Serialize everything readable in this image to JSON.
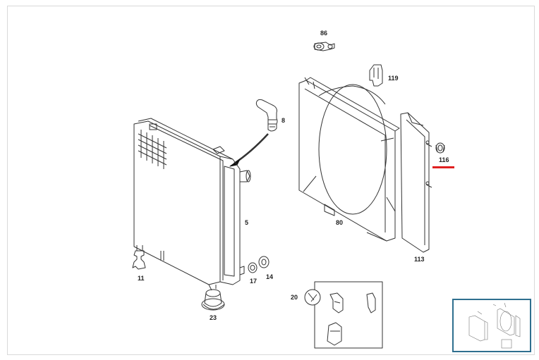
{
  "diagram": {
    "part_numbers": {
      "p86": "86",
      "p119": "119",
      "p8": "8",
      "p116": "116",
      "p5": "5",
      "p80": "80",
      "p113": "113",
      "p11": "11",
      "p17": "17",
      "p14": "14",
      "p23": "23",
      "p20": "20"
    },
    "highlighted_part": "116",
    "highlight_color": "#e02020",
    "line_color": "#333333"
  },
  "thumbnail": {
    "icon": "overview-thumbnail",
    "border_color": "#2f6f8f"
  }
}
